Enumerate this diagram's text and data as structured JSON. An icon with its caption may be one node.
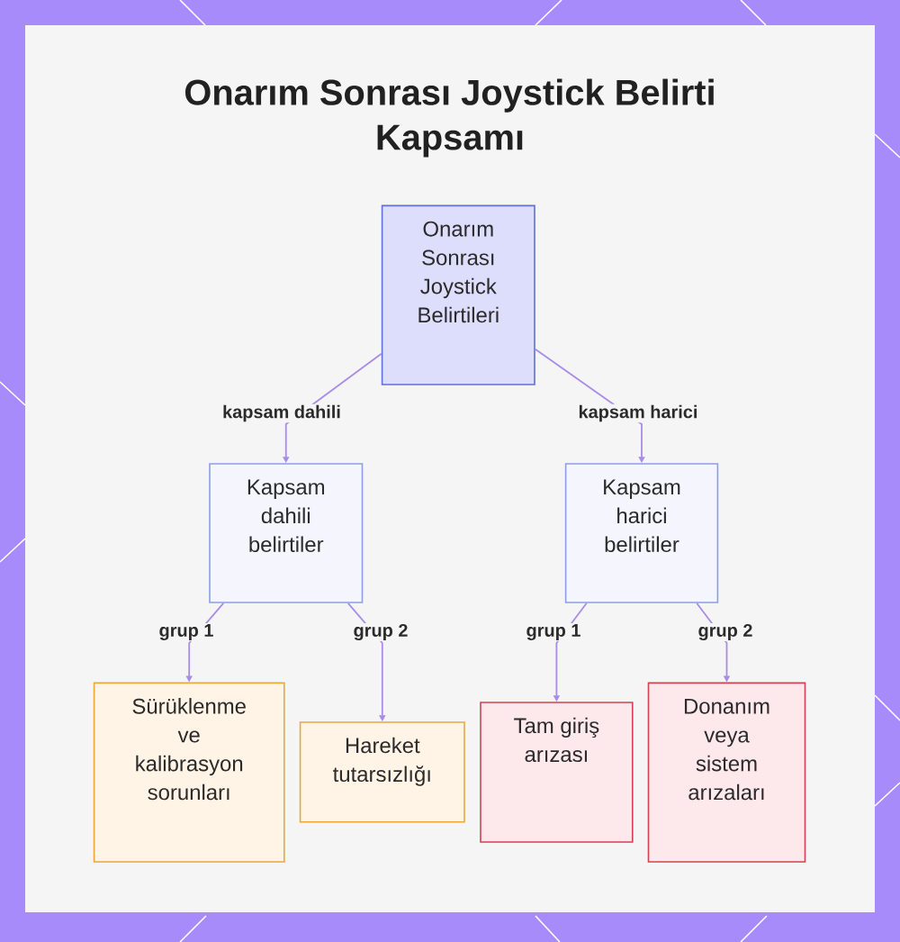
{
  "diagram": {
    "title": "Onarım Sonrası Joystick Belirti Kapsamı",
    "nodes": [
      {
        "text": [
          "Onarım Sonrası Joystick Belirtileri"
        ]
      },
      {
        "text": [
          "Kapsam dahili belirtiler"
        ]
      },
      {
        "text": [
          "Kapsam harici belirtiler"
        ]
      },
      {
        "text": [
          "Sürüklenme ve kalibrasyon sorunları"
        ]
      },
      {
        "text": [
          "Hareket tutarsızlığı"
        ]
      },
      {
        "text": [
          "Tam giriş arızası"
        ]
      },
      {
        "text": [
          "Donanım veya sistem arızaları"
        ]
      }
    ],
    "edges": [
      {
        "from": 0,
        "to": 1,
        "arrow": "to",
        "label": "kapsam dahili"
      },
      {
        "from": 0,
        "to": 2,
        "arrow": "to",
        "label": "kapsam harici"
      },
      {
        "from": 1,
        "to": 3,
        "arrow": "to",
        "label": "grup 1"
      },
      {
        "from": 1,
        "to": 4,
        "arrow": "to",
        "label": "grup 2"
      },
      {
        "from": 2,
        "to": 5,
        "arrow": "to",
        "label": "grup 1"
      },
      {
        "from": 2,
        "to": 6,
        "arrow": "to",
        "label": "grup 2"
      }
    ]
  }
}
